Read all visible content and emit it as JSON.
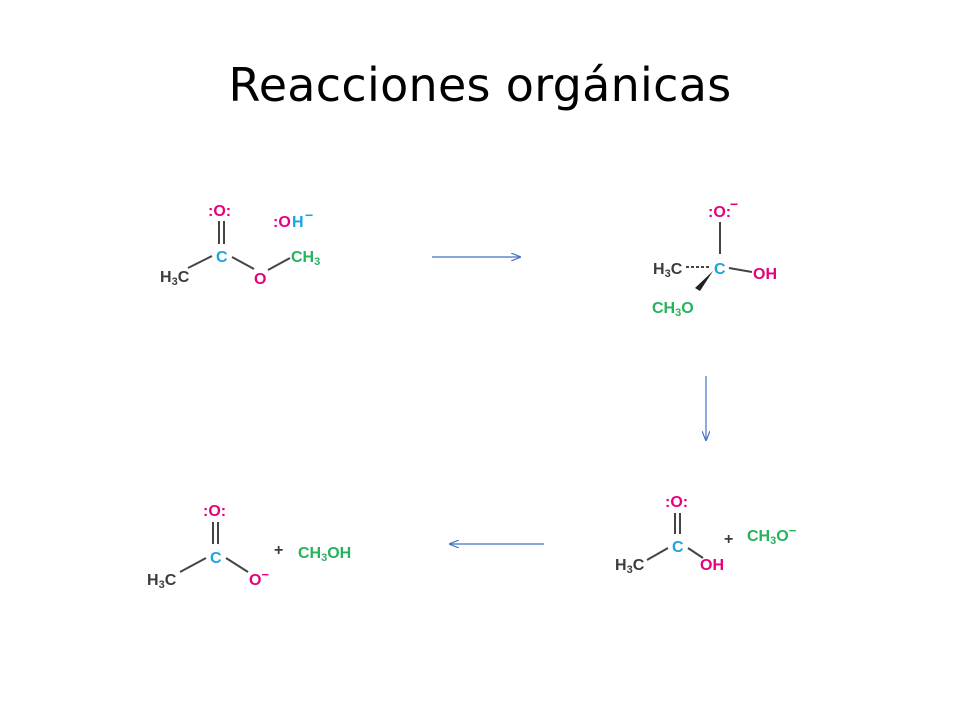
{
  "slide": {
    "title": "Reacciones orgánicas"
  },
  "colors": {
    "oxygen": "#e6007e",
    "carbon": "#1aa5e0",
    "nucleophile": "#26b35d",
    "bond": "#444444",
    "arrow": "#4472c4"
  },
  "structures": {
    "reactant": {
      "o_top": ":O:",
      "c": "C",
      "h3c": "H3C",
      "o_ester": "O",
      "ch3": "CH3",
      "oh_o": ":O",
      "oh_h": "H",
      "oh_charge": "−"
    },
    "intermediate": {
      "o_top": ":O:",
      "o_charge": "−",
      "h3c": "H3C",
      "c": "C",
      "oh": "OH",
      "ch3o": "CH3O"
    },
    "acid": {
      "o_top": ":O:",
      "c": "C",
      "h3c": "H3C",
      "oh": "OH",
      "plus": "+",
      "methoxide": "CH3O−"
    },
    "product": {
      "o_top": ":O:",
      "c": "C",
      "h3c": "H3C",
      "o_minus": "O−",
      "plus": "+",
      "methanol": "CH3OH"
    }
  }
}
